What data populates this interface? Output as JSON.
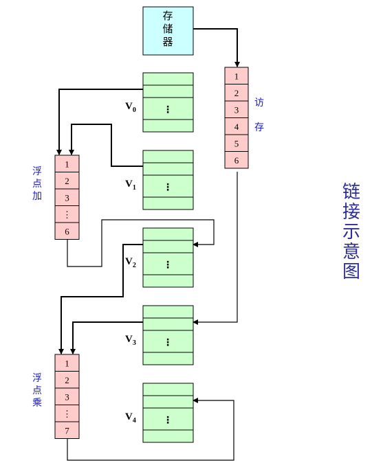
{
  "memory_label": [
    "存",
    "储",
    "器"
  ],
  "access_label": [
    "访",
    "存"
  ],
  "fadd_label": [
    "浮",
    "点",
    "加"
  ],
  "fmul_label": [
    "浮",
    "点",
    "乘"
  ],
  "title": [
    "链",
    "接",
    "示",
    "意",
    "图"
  ],
  "memory_pipeline": [
    "1",
    "2",
    "3",
    "4",
    "5",
    "6"
  ],
  "fadd_pipeline": [
    "1",
    "2",
    "3",
    "⋮",
    "6"
  ],
  "fmul_pipeline": [
    "1",
    "2",
    "3",
    "⋮",
    "7"
  ],
  "registers": [
    {
      "name": "V",
      "sub": "0"
    },
    {
      "name": "V",
      "sub": "1"
    },
    {
      "name": "V",
      "sub": "2"
    },
    {
      "name": "V",
      "sub": "3"
    },
    {
      "name": "V",
      "sub": "4"
    }
  ],
  "register_ellipsis": "⋮",
  "colors": {
    "memory_fill": "#ccffff",
    "pipeline_fill": "#ffcccc",
    "register_fill": "#ccffcc",
    "side_label": "#1a1ad0",
    "title": "#2c2c9a"
  }
}
